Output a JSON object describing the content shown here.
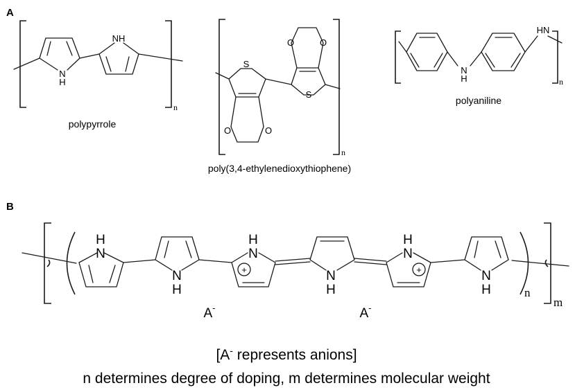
{
  "panel_a": {
    "label": "A",
    "polymers": [
      {
        "name": "polypyrrole",
        "repeat": "n"
      },
      {
        "name": "poly(3,4-ethylenedioxythiophene)",
        "repeat": "n"
      },
      {
        "name": "polyaniline",
        "repeat": "n"
      }
    ]
  },
  "panel_b": {
    "label": "B",
    "anion": "A",
    "anion_sup": "-",
    "repeat_inner": "n",
    "repeat_outer": "m"
  },
  "atoms": {
    "nh": "NH",
    "h": "H",
    "n": "N",
    "s": "S",
    "o": "O",
    "hn": "HN",
    "plus": "+"
  },
  "caption": {
    "line1_pre": "[A",
    "line1_sup": "-",
    "line1_post": " represents anions]",
    "line2": "n determines degree of doping, m determines molecular weight"
  }
}
